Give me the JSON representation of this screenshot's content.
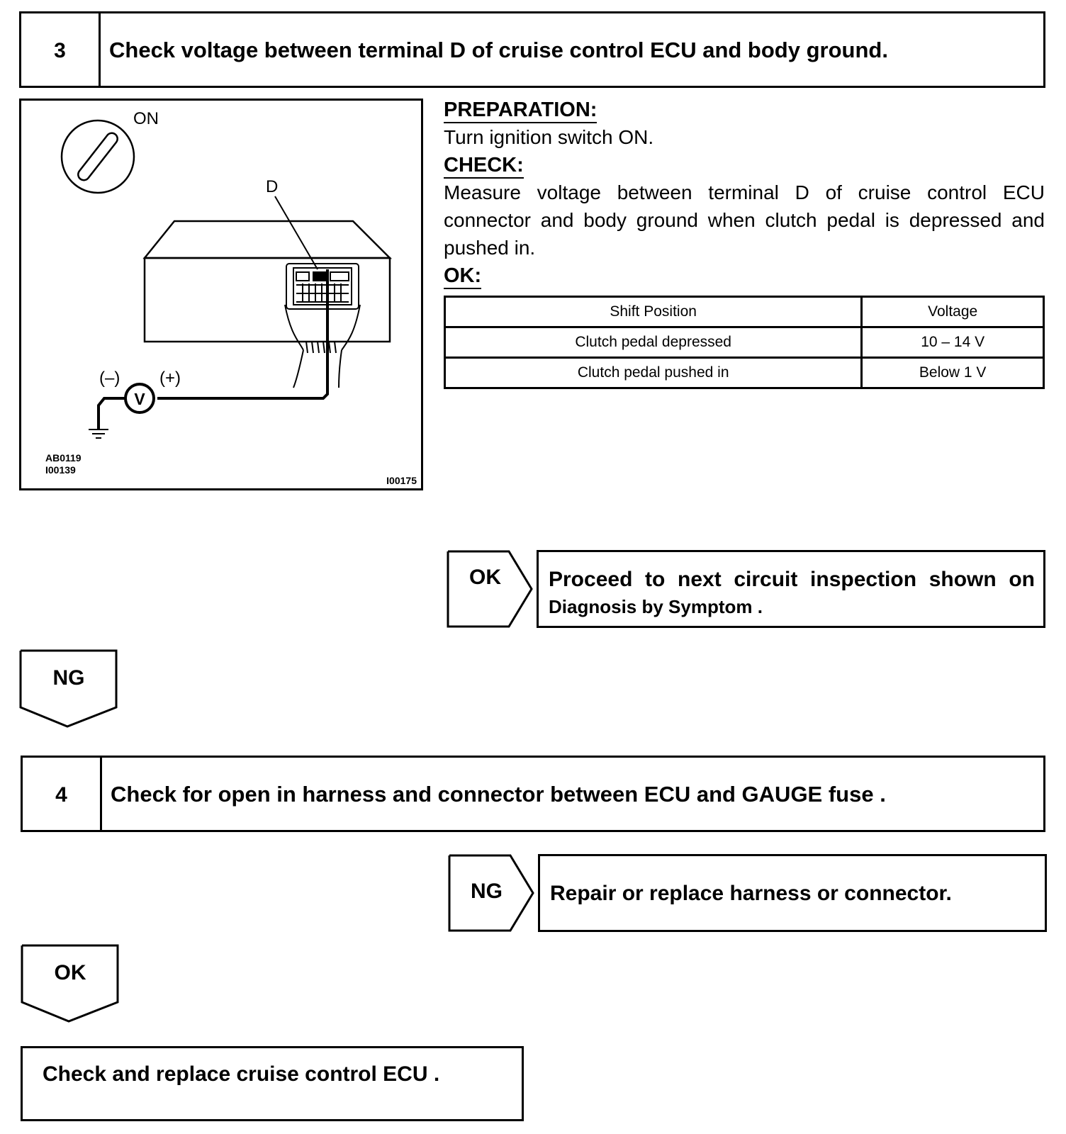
{
  "step3": {
    "number": "3",
    "title": "Check voltage between terminal D of cruise control ECU and body ground."
  },
  "figure": {
    "ignition_label": "ON",
    "terminal_label": "D",
    "minus_label": "(–)",
    "plus_label": "(+)",
    "meter_symbol": "V",
    "code_left_1": "AB0119",
    "code_left_2": "I00139",
    "code_right": "I00175"
  },
  "preparation": {
    "heading": "PREPARATION:",
    "text": "Turn ignition switch ON."
  },
  "check": {
    "heading": "CHECK:",
    "text": "Measure voltage between terminal D of cruise control ECU connector and body ground when clutch pedal is depressed and pushed in."
  },
  "ok_section": {
    "heading": "OK:",
    "table": {
      "headers": [
        "Shift Position",
        "Voltage"
      ],
      "rows": [
        [
          "Clutch pedal depressed",
          "10 – 14 V"
        ],
        [
          "Clutch pedal pushed in",
          "Below 1 V"
        ]
      ]
    }
  },
  "result_ok_1": {
    "label": "OK",
    "text_line1": "Proceed to next circuit inspection shown on",
    "text_line2": "Diagnosis by Symptom ."
  },
  "branch_ng_1": {
    "label": "NG"
  },
  "step4": {
    "number": "4",
    "title": "Check for open in harness and connector between ECU and GAUGE fuse ."
  },
  "result_ng_2": {
    "label": "NG",
    "text": "Repair or replace harness or connector."
  },
  "branch_ok_2": {
    "label": "OK"
  },
  "final": {
    "text": "Check and replace cruise control ECU ."
  }
}
